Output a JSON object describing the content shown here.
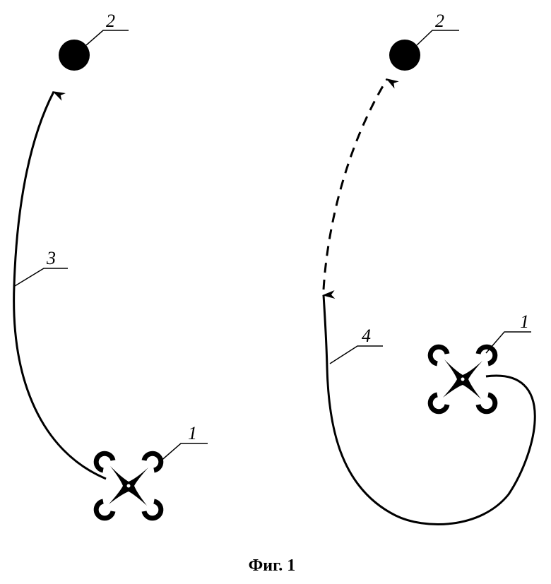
{
  "labels": {
    "drone_left": "1",
    "target_left": "2",
    "trajectory_direct": "3",
    "drone_right": "1",
    "target_right": "2",
    "trajectory_loop": "4"
  },
  "caption": "Фиг. 1",
  "colors": {
    "ink": "#000000",
    "background": "#ffffff"
  }
}
